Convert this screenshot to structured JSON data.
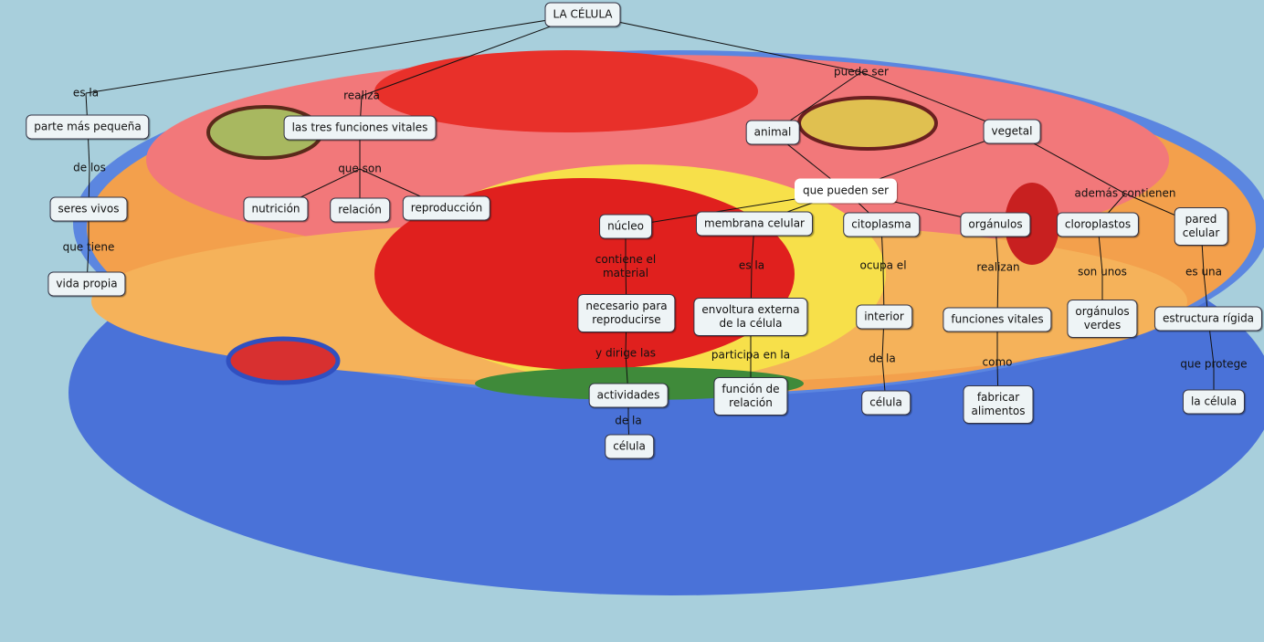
{
  "colors": {
    "background": "#a8cfdc",
    "node_fill": "#eef4f6",
    "line": "#111111"
  },
  "concepts": [
    {
      "id": "c_celula",
      "text": "LA CÉLULA"
    },
    {
      "id": "c_parte",
      "text": "parte más pequeña"
    },
    {
      "id": "c_seres",
      "text": "seres vivos"
    },
    {
      "id": "c_vida",
      "text": "vida propia"
    },
    {
      "id": "c_tres",
      "text": "las tres funciones vitales"
    },
    {
      "id": "c_nutricion",
      "text": "nutrición"
    },
    {
      "id": "c_relacion",
      "text": "relación"
    },
    {
      "id": "c_reproduccion",
      "text": "reproducción"
    },
    {
      "id": "c_animal",
      "text": "animal"
    },
    {
      "id": "c_vegetal",
      "text": "vegetal"
    },
    {
      "id": "c_pueden",
      "text": "que pueden ser"
    },
    {
      "id": "c_nucleo",
      "text": "núcleo"
    },
    {
      "id": "c_membrana",
      "text": "membrana celular"
    },
    {
      "id": "c_citoplasma",
      "text": "citoplasma"
    },
    {
      "id": "c_organulos",
      "text": "orgánulos"
    },
    {
      "id": "c_cloroplastos",
      "text": "cloroplastos"
    },
    {
      "id": "c_pared",
      "text": "pared\ncelular"
    },
    {
      "id": "c_necesario",
      "text": "necesario para\nreproducirse"
    },
    {
      "id": "c_envoltura",
      "text": "envoltura externa\nde la célula"
    },
    {
      "id": "c_interior",
      "text": "interior"
    },
    {
      "id": "c_funciones",
      "text": "funciones vitales"
    },
    {
      "id": "c_verdes",
      "text": "orgánulos\nverdes"
    },
    {
      "id": "c_rigida",
      "text": "estructura rígida"
    },
    {
      "id": "c_actividades",
      "text": "actividades"
    },
    {
      "id": "c_funcrel",
      "text": "función de\nrelación"
    },
    {
      "id": "c_celula2",
      "text": "célula"
    },
    {
      "id": "c_fabricar",
      "text": "fabricar\nalimentos"
    },
    {
      "id": "c_lacelula",
      "text": "la célula"
    },
    {
      "id": "c_celula3",
      "text": "célula"
    }
  ],
  "links": [
    {
      "id": "l_esla",
      "text": "es la"
    },
    {
      "id": "l_delos",
      "text": "de los"
    },
    {
      "id": "l_quetiene",
      "text": "que tiene"
    },
    {
      "id": "l_realiza",
      "text": "realiza"
    },
    {
      "id": "l_queson",
      "text": "que son"
    },
    {
      "id": "l_puedeser",
      "text": "puede ser"
    },
    {
      "id": "l_ademas",
      "text": "además contienen"
    },
    {
      "id": "l_contiene",
      "text": "contiene el\nmaterial"
    },
    {
      "id": "l_esla2",
      "text": "es la"
    },
    {
      "id": "l_ocupa",
      "text": "ocupa el"
    },
    {
      "id": "l_realizan",
      "text": "realizan"
    },
    {
      "id": "l_sonunos",
      "text": "son unos"
    },
    {
      "id": "l_esuna",
      "text": "es una"
    },
    {
      "id": "l_dirige",
      "text": "y dirige las"
    },
    {
      "id": "l_participa",
      "text": "participa en la"
    },
    {
      "id": "l_dela",
      "text": "de la"
    },
    {
      "id": "l_como",
      "text": "como"
    },
    {
      "id": "l_protege",
      "text": "que protege"
    },
    {
      "id": "l_dela2",
      "text": "de la"
    }
  ],
  "edges": [
    [
      "c_celula",
      "l_esla"
    ],
    [
      "l_esla",
      "c_parte"
    ],
    [
      "c_parte",
      "l_delos"
    ],
    [
      "l_delos",
      "c_seres"
    ],
    [
      "c_seres",
      "l_quetiene"
    ],
    [
      "l_quetiene",
      "c_vida"
    ],
    [
      "c_celula",
      "l_realiza"
    ],
    [
      "l_realiza",
      "c_tres"
    ],
    [
      "c_tres",
      "l_queson"
    ],
    [
      "l_queson",
      "c_nutricion"
    ],
    [
      "l_queson",
      "c_relacion"
    ],
    [
      "l_queson",
      "c_reproduccion"
    ],
    [
      "c_celula",
      "l_puedeser"
    ],
    [
      "l_puedeser",
      "c_animal"
    ],
    [
      "l_puedeser",
      "c_vegetal"
    ],
    [
      "c_animal",
      "c_pueden"
    ],
    [
      "c_vegetal",
      "c_pueden"
    ],
    [
      "c_pueden",
      "c_nucleo"
    ],
    [
      "c_pueden",
      "c_membrana"
    ],
    [
      "c_pueden",
      "c_citoplasma"
    ],
    [
      "c_pueden",
      "c_organulos"
    ],
    [
      "c_vegetal",
      "l_ademas"
    ],
    [
      "l_ademas",
      "c_cloroplastos"
    ],
    [
      "l_ademas",
      "c_pared"
    ],
    [
      "c_nucleo",
      "l_contiene"
    ],
    [
      "l_contiene",
      "c_necesario"
    ],
    [
      "c_necesario",
      "l_dirige"
    ],
    [
      "l_dirige",
      "c_actividades"
    ],
    [
      "c_actividades",
      "l_dela2"
    ],
    [
      "l_dela2",
      "c_celula3"
    ],
    [
      "c_membrana",
      "l_esla2"
    ],
    [
      "l_esla2",
      "c_envoltura"
    ],
    [
      "c_envoltura",
      "l_participa"
    ],
    [
      "l_participa",
      "c_funcrel"
    ],
    [
      "c_citoplasma",
      "l_ocupa"
    ],
    [
      "l_ocupa",
      "c_interior"
    ],
    [
      "c_interior",
      "l_dela"
    ],
    [
      "l_dela",
      "c_celula2"
    ],
    [
      "c_organulos",
      "l_realizan"
    ],
    [
      "l_realizan",
      "c_funciones"
    ],
    [
      "c_funciones",
      "l_como"
    ],
    [
      "l_como",
      "c_fabricar"
    ],
    [
      "c_cloroplastos",
      "l_sonunos"
    ],
    [
      "l_sonunos",
      "c_verdes"
    ],
    [
      "c_pared",
      "l_esuna"
    ],
    [
      "l_esuna",
      "c_rigida"
    ],
    [
      "c_rigida",
      "l_protege"
    ],
    [
      "l_protege",
      "c_lacelula"
    ]
  ]
}
